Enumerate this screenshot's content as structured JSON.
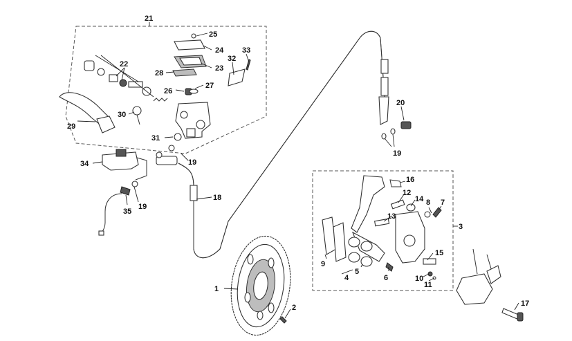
{
  "diagram": {
    "callouts": [
      {
        "id": "c1",
        "label": "1"
      },
      {
        "id": "c2",
        "label": "2"
      },
      {
        "id": "c3",
        "label": "3"
      },
      {
        "id": "c4",
        "label": "4"
      },
      {
        "id": "c5",
        "label": "5"
      },
      {
        "id": "c6",
        "label": "6"
      },
      {
        "id": "c7",
        "label": "7"
      },
      {
        "id": "c8",
        "label": "8"
      },
      {
        "id": "c9",
        "label": "9"
      },
      {
        "id": "c10",
        "label": "10"
      },
      {
        "id": "c11",
        "label": "11"
      },
      {
        "id": "c12",
        "label": "12"
      },
      {
        "id": "c13",
        "label": "13"
      },
      {
        "id": "c14",
        "label": "14"
      },
      {
        "id": "c15",
        "label": "15"
      },
      {
        "id": "c16",
        "label": "16"
      },
      {
        "id": "c17",
        "label": "17"
      },
      {
        "id": "c18",
        "label": "18"
      },
      {
        "id": "c19a",
        "label": "19"
      },
      {
        "id": "c19b",
        "label": "19"
      },
      {
        "id": "c19c",
        "label": "19"
      },
      {
        "id": "c20",
        "label": "20"
      },
      {
        "id": "c21",
        "label": "21"
      },
      {
        "id": "c22",
        "label": "22"
      },
      {
        "id": "c23",
        "label": "23"
      },
      {
        "id": "c24",
        "label": "24"
      },
      {
        "id": "c25",
        "label": "25"
      },
      {
        "id": "c26",
        "label": "26"
      },
      {
        "id": "c27",
        "label": "27"
      },
      {
        "id": "c28",
        "label": "28"
      },
      {
        "id": "c29",
        "label": "29"
      },
      {
        "id": "c30",
        "label": "30"
      },
      {
        "id": "c31",
        "label": "31"
      },
      {
        "id": "c32",
        "label": "32"
      },
      {
        "id": "c33",
        "label": "33"
      },
      {
        "id": "c34",
        "label": "34"
      },
      {
        "id": "c35",
        "label": "35"
      }
    ]
  }
}
